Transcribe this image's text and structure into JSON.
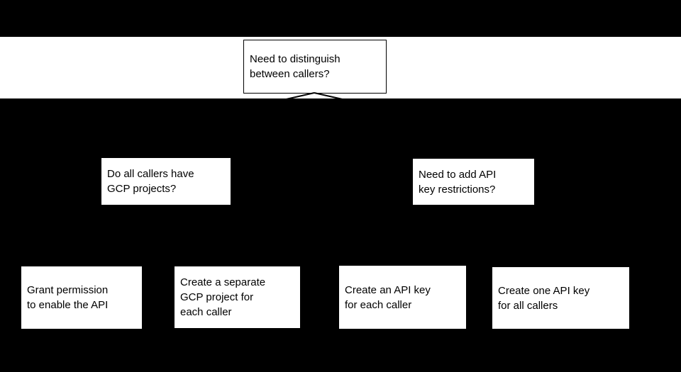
{
  "colors": {
    "background": "#000000",
    "node_fill": "#ffffff",
    "node_text": "#000000",
    "node_border": "#000000"
  },
  "flowchart": {
    "type": "decision-tree",
    "root": {
      "lines": [
        "Need to distinguish",
        "between callers?"
      ]
    },
    "questions": [
      {
        "lines": [
          "Do all callers have",
          "GCP projects?"
        ]
      },
      {
        "lines": [
          "Need to add API",
          "key restrictions?"
        ]
      }
    ],
    "outcomes": [
      {
        "lines": [
          "Grant permission",
          "to enable the API"
        ]
      },
      {
        "lines": [
          "Create a separate",
          "GCP project for",
          "each caller"
        ]
      },
      {
        "lines": [
          "Create an API key",
          "for each caller"
        ]
      },
      {
        "lines": [
          "Create one API key",
          "for all callers"
        ]
      }
    ]
  }
}
